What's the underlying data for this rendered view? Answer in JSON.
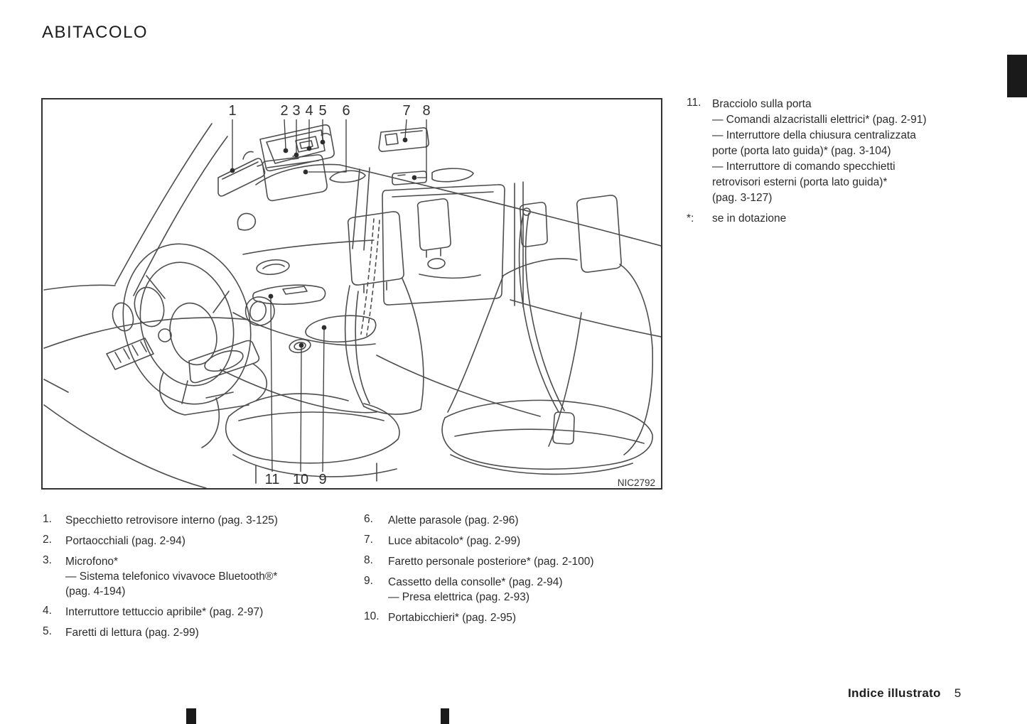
{
  "page": {
    "title": "ABITACOLO",
    "footer": {
      "label": "Indice illustrato",
      "page_number": "5"
    }
  },
  "diagram": {
    "figure_code": "NIC2792",
    "callouts": {
      "c1": "1",
      "c2": "2",
      "c3": "3",
      "c4": "4",
      "c5": "5",
      "c6": "6",
      "c7": "7",
      "c8": "8",
      "c9": "9",
      "c10": "10",
      "c11": "11"
    }
  },
  "right_column": {
    "item": {
      "num": "11.",
      "lines": [
        "Bracciolo sulla porta",
        "— Comandi alzacristalli elettrici* (pag. 2-91)",
        "— Interruttore della chiusura centralizzata",
        "porte (porta lato guida)* (pag. 3-104)",
        "— Interruttore di comando specchietti",
        "retrovisori esterni (porta lato guida)*",
        "(pag. 3-127)"
      ]
    },
    "note": {
      "marker": "*:",
      "text": "se in dotazione"
    }
  },
  "lists": {
    "left": [
      {
        "num": "1.",
        "lines": [
          "Specchietto retrovisore interno (pag. 3-125)"
        ]
      },
      {
        "num": "2.",
        "lines": [
          "Portaocchiali (pag. 2-94)"
        ]
      },
      {
        "num": "3.",
        "lines": [
          "Microfono*",
          "— Sistema telefonico vivavoce Bluetooth®*",
          "(pag. 4-194)"
        ]
      },
      {
        "num": "4.",
        "lines": [
          "Interruttore tettuccio apribile* (pag. 2-97)"
        ]
      },
      {
        "num": "5.",
        "lines": [
          "Faretti di lettura (pag. 2-99)"
        ]
      }
    ],
    "middle": [
      {
        "num": "6.",
        "lines": [
          "Alette parasole (pag. 2-96)"
        ]
      },
      {
        "num": "7.",
        "lines": [
          "Luce abitacolo* (pag. 2-99)"
        ]
      },
      {
        "num": "8.",
        "lines": [
          "Faretto personale posteriore* (pag. 2-100)"
        ]
      },
      {
        "num": "9.",
        "lines": [
          "Cassetto della consolle* (pag. 2-94)",
          "— Presa elettrica (pag. 2-93)"
        ]
      },
      {
        "num": "10.",
        "lines": [
          "Portabicchieri* (pag. 2-95)"
        ]
      }
    ]
  }
}
